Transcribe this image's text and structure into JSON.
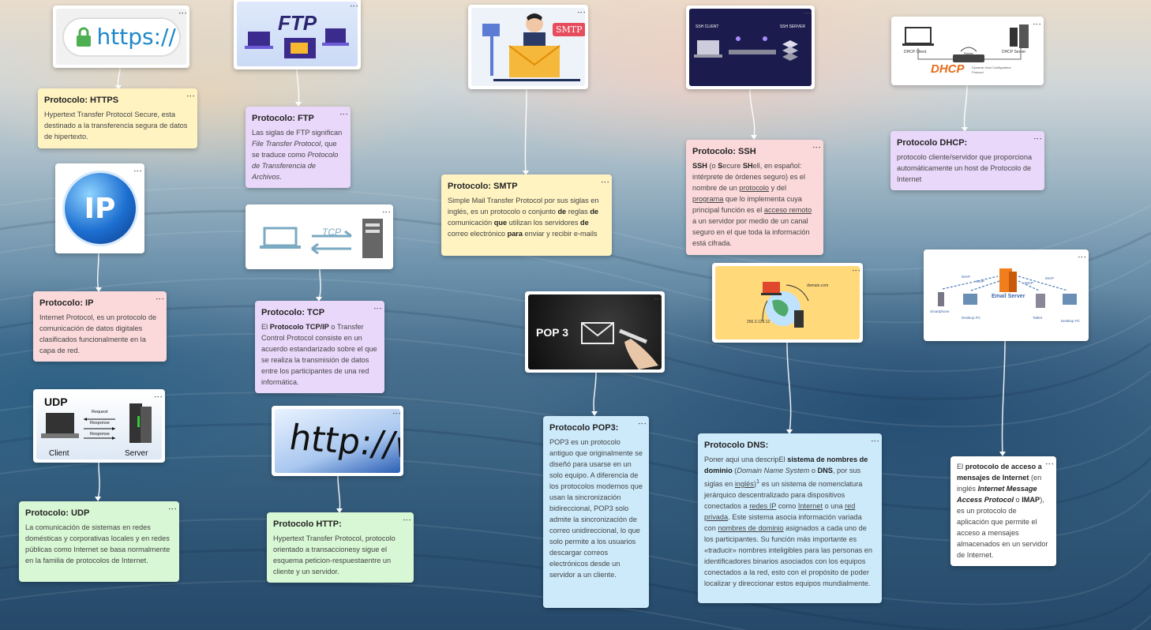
{
  "menu_icon": "more-vertical-icon",
  "images": {
    "https": {
      "text": "https://"
    },
    "ftp": {
      "text": "FTP"
    },
    "smtp": {
      "text": "SMTP"
    },
    "ssh": {
      "client": "SSH CLIENT",
      "server": "SSH SERVER"
    },
    "dhcp": {
      "text": "DHCP",
      "client": "DHCP Client",
      "server": "DHCP Server",
      "router": "Router",
      "sub": "Dynamic Host Configuration Protocol"
    },
    "ip": {
      "text": "IP"
    },
    "tcp": {
      "text": "TCP"
    },
    "pop3": {
      "text": "POP 3"
    },
    "udp": {
      "title": "UDP",
      "client": "Client",
      "server": "Server",
      "req": "Request",
      "res1": "Response",
      "res2": "Response"
    },
    "http": {
      "text": "http://ww"
    },
    "dns": {
      "domain": "domain.com",
      "ip": "256.3.129.12"
    },
    "imap": {
      "center": "Email Server",
      "a": "Smartphone",
      "b": "Desktop PC",
      "c": "Tablet",
      "d": "Desktop PC",
      "l1": "IMAP",
      "l2": "IMAP",
      "l3": "IMAP",
      "l4": "IMAP"
    }
  },
  "notes": {
    "https": {
      "title": "Protocolo: HTTPS",
      "body": "Hypertext Transfer Protocol Secure, esta destinado a la transferencia segura de datos de hipertexto."
    },
    "ftp": {
      "title": "Protocolo: FTP",
      "b1": "Las siglas de FTP significan ",
      "b2": "File Transfer Protocol",
      "b3": ", que se traduce como ",
      "b4": "Protocolo de Transferencia de Archivos",
      "b5": "."
    },
    "smtp": {
      "title": "Protocolo: SMTP",
      "b1": "Simple Mail Transfer Protocol por sus siglas en inglés, es un protocolo o conjunto ",
      "b2": "de",
      "b3": " reglas ",
      "b4": "de",
      "b5": " comunicación ",
      "b6": "que",
      "b7": " utilizan los servidores ",
      "b8": "de",
      "b9": " correo electrónico ",
      "b10": "para",
      "b11": " enviar y recibir e-mails"
    },
    "ssh": {
      "title": "Protocolo: SSH",
      "b1": "SSH",
      "b2": " (o ",
      "b3": "S",
      "b4": "ecure ",
      "b5": "SH",
      "b6": "ell, en español: intérprete de órdenes seguro) es el nombre de un ",
      "b7": "protocolo",
      "b8": " y del ",
      "b9": "programa",
      "b10": " que lo implementa cuya principal función es el ",
      "b11": "acceso remoto",
      "b12": " a un servidor por medio de un canal seguro en el que toda la información está cifrada."
    },
    "dhcp": {
      "title": "Protocolo DHCP:",
      "body": "protocolo cliente/servidor que proporciona automáticamente un host de Protocolo de Internet"
    },
    "ip": {
      "title": "Protocolo: IP",
      "body": "Internet Protocol, es un protocolo de comunicación de datos digitales clasificados funcionalmente en la capa de red."
    },
    "tcp": {
      "title": "Protocolo: TCP",
      "b1": "El ",
      "b2": "Protocolo TCP/IP",
      "b3": " o Transfer Control Protocol consiste en un acuerdo estandarizado sobre el que se realiza la transmisión de datos entre los participantes de una red informática."
    },
    "udp": {
      "title": "Protocolo: UDP",
      "body": "La comunicación de sistemas en redes domésticas y corporativas locales y en redes públicas como Internet se basa normalmente en la familia de protocolos de Internet."
    },
    "http": {
      "title": "Protocolo HTTP:",
      "body": "Hypertext Transfer Protocol, protocolo orientado a transaccionesy sigue el esquema peticion-respuestaentre un cliente y un servidor."
    },
    "pop3": {
      "title": "Protocolo POP3:",
      "body": "POP3 es un protocolo antiguo que originalmente se diseñó para usarse en un solo equipo. A diferencia de los protocolos modernos que usan la sincronización bidireccional, POP3 solo admite la sincronización de correo unidireccional, lo que solo permite a los usuarios descargar correos electrónicos desde un servidor a un cliente."
    },
    "dns": {
      "title": "Protocolo DNS:",
      "b1": "Poner aqui una descripEl ",
      "b2": "sistema de nombres de dominio",
      "b3": " (",
      "b4": "Domain Name System",
      "b5": " o ",
      "b6": "DNS",
      "b7": ", por sus siglas en ",
      "b8": "inglés",
      "b9": ")",
      "b10": "1",
      "b11": " es un sistema de nomenclatura jerárquico descentralizado para dispositivos conectados a ",
      "b12": "redes IP",
      "b13": " como ",
      "b14": "Internet",
      "b15": " o una ",
      "b16": "red privada",
      "b17": ". Este sistema asocia información variada con ",
      "b18": "nombres de dominio",
      "b19": " asignados a cada uno de los participantes. Su función más importante es «traducir» nombres inteligibles para las personas en identificadores binarios asociados con los equipos conectados a la red, esto con el propósito de poder localizar y direccionar estos equipos mundialmente."
    },
    "imap": {
      "b1": "El ",
      "b2": "protocolo de acceso a mensajes de Internet",
      "b3": " (en inglés ",
      "b4": "Internet Message Access Protocol",
      "b5": " o ",
      "b6": "IMAP",
      "b7": "), es un protocolo de aplicación que permite el acceso a mensajes almacenados en un servidor de Internet."
    }
  }
}
